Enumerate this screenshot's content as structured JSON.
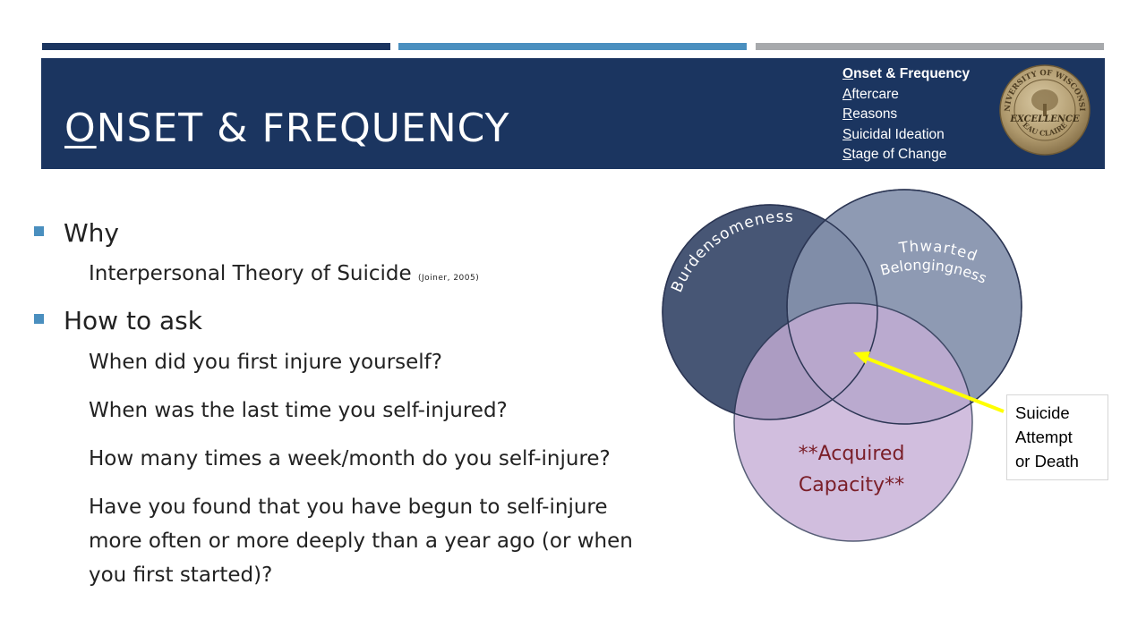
{
  "header": {
    "title_first_letter": "O",
    "title_rest": "nset & Frequency",
    "outline": [
      {
        "initial": "O",
        "rest": "nset & Frequency",
        "current": true
      },
      {
        "initial": "A",
        "rest": "ftercare",
        "current": false
      },
      {
        "initial": "R",
        "rest": "easons",
        "current": false
      },
      {
        "initial": "S",
        "rest": "uicidal Ideation",
        "current": false
      },
      {
        "initial": "S",
        "rest": "tage of Change",
        "current": false
      }
    ],
    "seal": {
      "arc_top": "UNIVERSITY OF WISCONSIN",
      "arc_bottom": "EAU CLAIRE",
      "center": "EXCELLENCE"
    }
  },
  "body": {
    "why": {
      "label": "Why",
      "line": "Interpersonal Theory of Suicide",
      "citation": "(Joiner, 2005)"
    },
    "how": {
      "label": "How to ask",
      "questions": [
        "When did you first injure yourself?",
        "When was the last time you self-injured?",
        "How many times a week/month do you self-injure?",
        "Have you found that you have begun to self-injure",
        "more often or more deeply than a year ago (or when",
        "you first started)?"
      ]
    }
  },
  "venn": {
    "burden": "Burdensomeness",
    "belong_1": "Thwarted",
    "belong_2": "Belongingness",
    "capacity_1": "**Acquired",
    "capacity_2": "Capacity**",
    "callout": [
      "Suicide",
      "Attempt",
      "or Death"
    ]
  },
  "colors": {
    "navy": "#1b3560",
    "accent_blue": "#4a8fbf",
    "grey": "#a7a9ac",
    "burden_fill": "#3e4d6e",
    "belong_fill": "#8592ad",
    "capacity_fill": "#c6aed6",
    "capacity_text": "#7a1e28",
    "arrow": "#ffff00"
  }
}
